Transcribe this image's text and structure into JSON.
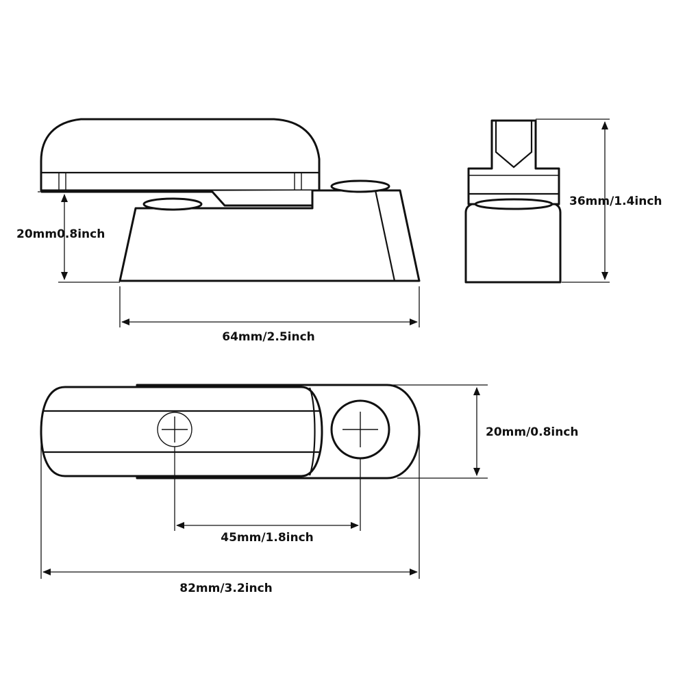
{
  "dimensions": {
    "side_height": "20mm0.8inch",
    "side_length": "64mm/2.5inch",
    "end_height": "36mm/1.4inch",
    "top_width": "20mm/0.8inch",
    "hole_spacing": "45mm/1.8inch",
    "overall_length": "82mm/3.2inch"
  },
  "colors": {
    "line": "#111111",
    "background": "#ffffff"
  }
}
